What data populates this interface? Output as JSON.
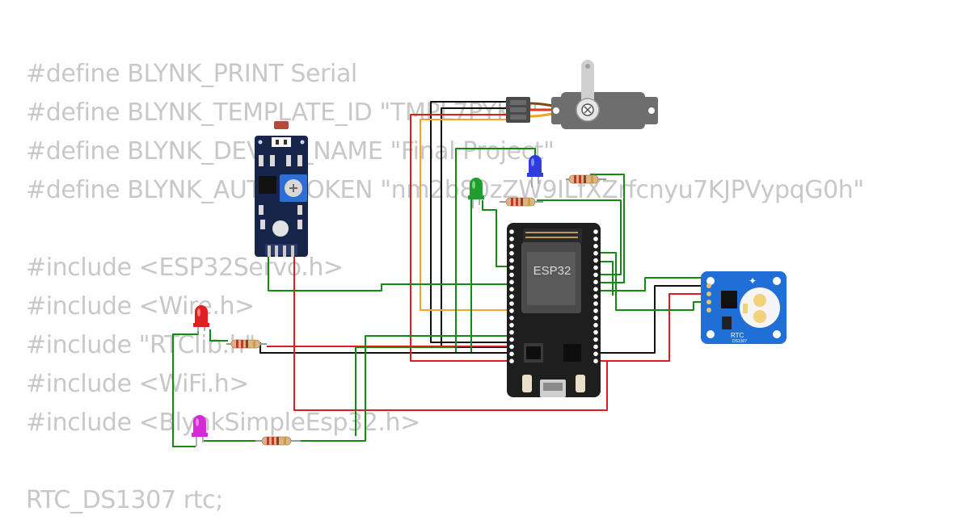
{
  "code_lines": [
    "#define BLYNK_PRINT Serial",
    "#define BLYNK_TEMPLATE_ID \"TMPL7PYKC\"",
    "#define BLYNK_DEVICE_NAME \"Final Project\"",
    "#define BLYNK_AUTH_TOKEN \"nm2b80zZW9ILfXZrfcnyu7KJPVypqG0h\"",
    "",
    "#include <ESP32Servo.h>",
    "#include <Wire.h>",
    "#include \"RTClib.h\"",
    "#include <WiFi.h>",
    "#include <BlynkSimpleEsp32.h>",
    "",
    "RTC_DS1307 rtc;"
  ],
  "components": {
    "esp32": {
      "label": "ESP32"
    },
    "rtc": {
      "label": "RTC",
      "sublabel": "DS1307"
    }
  },
  "colors": {
    "wire_green": "#138a13",
    "wire_red": "#e01b1b",
    "wire_black": "#111111",
    "wire_orange": "#f2a325",
    "esp32_board": "#1e1e1e",
    "ldr_board": "#17254a",
    "rtc_board": "#1f6fd6",
    "servo_body": "#6e6e6e"
  }
}
